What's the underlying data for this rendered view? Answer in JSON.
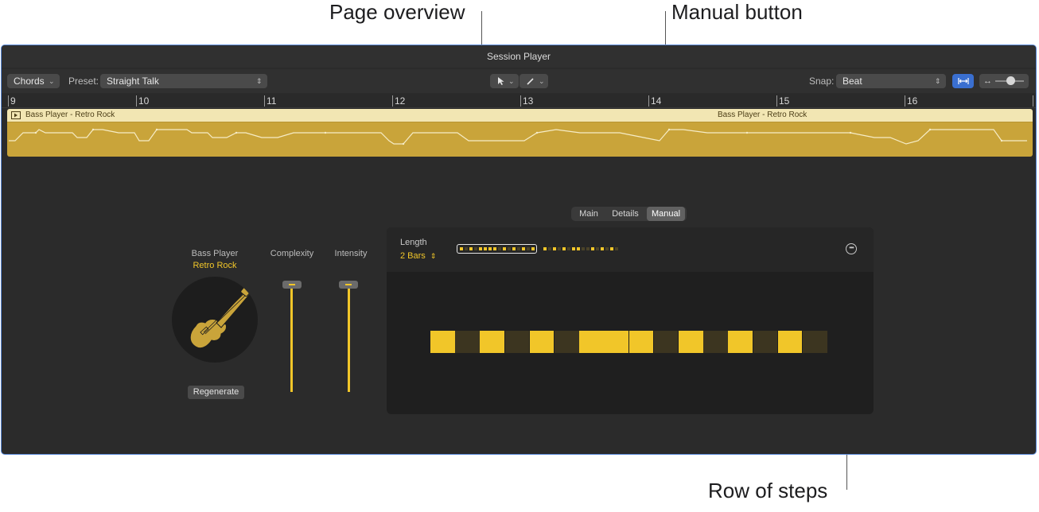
{
  "callouts": {
    "page_overview": "Page overview",
    "manual_button": "Manual button",
    "row_of_steps": "Row of steps"
  },
  "window": {
    "title": "Session Player"
  },
  "toolbar": {
    "mode": "Chords",
    "preset_label": "Preset:",
    "preset_value": "Straight Talk",
    "snap_label": "Snap:",
    "snap_value": "Beat",
    "pointer_tool_icon": "pointer-icon",
    "pencil_tool_icon": "pencil-icon",
    "catch_icon": "catch-playhead-icon",
    "zoom_icon": "horizontal-zoom-icon"
  },
  "ruler": {
    "bars": [
      "9",
      "10",
      "11",
      "12",
      "13",
      "14",
      "15",
      "16"
    ]
  },
  "regions": [
    {
      "name": "Bass Player - Retro Rock"
    },
    {
      "name": "Bass Player - Retro Rock"
    }
  ],
  "tabs": [
    {
      "label": "Main",
      "active": false
    },
    {
      "label": "Details",
      "active": false
    },
    {
      "label": "Manual",
      "active": true
    }
  ],
  "player": {
    "type_label": "Bass Player",
    "style_label": "Retro Rock",
    "regenerate_label": "Regenerate"
  },
  "sliders": {
    "complexity_label": "Complexity",
    "intensity_label": "Intensity"
  },
  "manual_panel": {
    "length_label": "Length",
    "length_value": "2 Bars",
    "more_icon": "ellipsis-circle-icon",
    "steps": [
      1,
      0,
      1,
      0,
      1,
      0,
      1,
      1,
      1,
      0,
      1,
      0,
      1,
      0,
      1,
      0
    ],
    "overview_pages": [
      [
        1,
        0,
        1,
        0,
        1,
        1,
        1,
        1,
        0,
        1,
        0,
        1,
        0,
        1,
        0,
        1
      ],
      [
        1,
        0,
        1,
        0,
        1,
        0,
        1,
        1,
        0,
        0,
        1,
        0,
        1,
        0,
        1,
        0
      ]
    ]
  },
  "colors": {
    "accent": "#f1c629",
    "window_bg": "#2b2b2b",
    "selection_border": "#5a8ad8",
    "region": "#c9a43a"
  }
}
